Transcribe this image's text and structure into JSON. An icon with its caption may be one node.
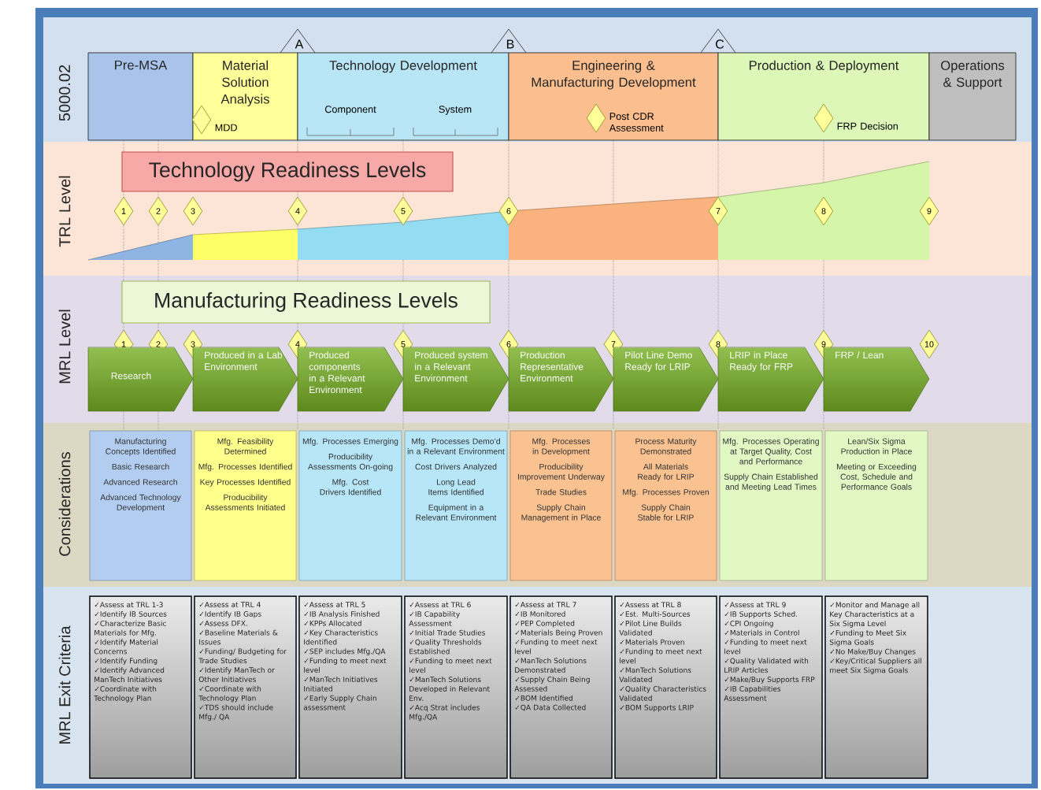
{
  "diagram": {
    "nodes": [
      {
        "text": [
          "A"
        ]
      },
      {
        "text": [
          "B"
        ]
      },
      {
        "text": [
          "C"
        ]
      },
      {
        "text": [
          "Pre-MSA"
        ]
      },
      {
        "text": [
          "Material Solution Analysis"
        ]
      },
      {
        "text": [],
        "shape": "diamond",
        "in": 4,
        "beside": [
          "MDD"
        ]
      },
      {
        "text": [
          "Technology Development",
          "Component",
          "System"
        ]
      },
      {
        "text": [
          "Engineering & Manufacturing Development"
        ]
      },
      {
        "text": [],
        "shape": "diamond",
        "in": 7,
        "beside": [
          "Post CDR Assessment"
        ]
      },
      {
        "text": [
          "Production & Deployment"
        ]
      },
      {
        "text": [],
        "shape": "diamond",
        "in": 9,
        "beside": [
          "FRP Decision"
        ]
      },
      {
        "text": [
          "Operations & Support"
        ]
      },
      {
        "text": [
          "Technology Readiness Levels"
        ]
      },
      {
        "text": [
          "1"
        ]
      },
      {
        "text": [
          "2"
        ]
      },
      {
        "text": [
          "3"
        ]
      },
      {
        "text": [
          "4"
        ]
      },
      {
        "text": [
          "5"
        ]
      },
      {
        "text": [
          "6"
        ]
      },
      {
        "text": [
          "7"
        ]
      },
      {
        "text": [
          "8"
        ]
      },
      {
        "text": [
          "9"
        ]
      },
      {
        "text": [
          "Manufacturing Readiness Levels"
        ]
      },
      {
        "text": [
          "1"
        ]
      },
      {
        "text": [
          "2"
        ]
      },
      {
        "text": [
          "3"
        ]
      },
      {
        "text": [
          "4"
        ]
      },
      {
        "text": [
          "5"
        ]
      },
      {
        "text": [
          "6"
        ]
      },
      {
        "text": [
          "7"
        ]
      },
      {
        "text": [
          "8"
        ]
      },
      {
        "text": [
          "9"
        ]
      },
      {
        "text": [
          "10"
        ]
      },
      {
        "text": [
          "Research"
        ]
      },
      {
        "text": [
          "Produced in a Lab Environment"
        ]
      },
      {
        "text": [
          "Produced components in a Relevant Environment"
        ]
      },
      {
        "text": [
          "Produced system in a Relevant Environment"
        ]
      },
      {
        "text": [
          "Production Representative Environment"
        ]
      },
      {
        "text": [
          "Pilot Line Demo Ready for LRIP"
        ]
      },
      {
        "text": [
          "LRIP in Place Ready for FRP"
        ]
      },
      {
        "text": [
          "FRP / Lean"
        ]
      },
      {
        "text": [
          "Manufacturing Concepts Identified",
          "Basic Research",
          "Advanced Research",
          "Advanced Technology Development"
        ]
      },
      {
        "text": [
          "Mfg. Feasibility Determined",
          "Mfg. Processes Identified",
          "Key Processes Identified",
          "Producibility Assessments Initiated"
        ]
      },
      {
        "text": [
          "Mfg. Processes Emerging",
          "Producibility Assessments On-going",
          "Mfg. Cost Drivers Identified"
        ]
      },
      {
        "text": [
          "Mfg. Processes Demo’d in a Relevant Environment",
          "Cost Drivers Analyzed",
          "Long Lead Items Identified",
          "Equipment in a Relevant Environment"
        ]
      },
      {
        "text": [
          "Mfg. Processes in Development",
          "Producibility Improvement Underway",
          "Trade Studies",
          "Supply Chain Management in Place"
        ]
      },
      {
        "text": [
          "Process Maturity Demonstrated",
          "All Materials Ready for LRIP",
          "Mfg. Processes Proven",
          "Supply Chain Stable for LRIP"
        ]
      },
      {
        "text": [
          "Mfg. Processes Operating at Target Quality, Cost and Performance",
          "Supply Chain Established and Meeting Lead Times"
        ]
      },
      {
        "text": [
          "Lean/Six Sigma Production in Place",
          "Meeting or Exceeding Cost, Schedule and Performance Goals"
        ]
      },
      {
        "text": [
          "✓Assess at TRL 1-3",
          "✓Identify IB Sources",
          "✓Characterize Basic Materials for Mfg.",
          "✓Identify Material Concerns",
          "✓Identify Funding",
          "✓Identify Advanced ManTech Initiatives",
          "✓Coordinate with Technology Plan"
        ]
      },
      {
        "text": [
          "✓Assess at TRL 4",
          "✓Identify IB Gaps",
          "✓Assess DFX.",
          "✓Baseline Materials & Issues",
          "✓Funding/ Budgeting for Trade Studies",
          "✓Identify ManTech or Other Initiatives",
          "✓Coordinate with Technology Plan",
          "✓TDS should include Mfg./ QA"
        ]
      },
      {
        "text": [
          "✓Assess at TRL 5",
          "✓IB Analysis Finished",
          "✓KPPs Allocated",
          "✓Key Characteristics Identified",
          "✓SEP includes Mfg./QA",
          "✓Funding to meet next level",
          "✓ManTech Initiatives Initiated",
          "✓Early Supply Chain assessment"
        ]
      },
      {
        "text": [
          "✓Assess at TRL 6",
          "✓IB Capability Assessment",
          "✓Initial Trade Studies",
          "✓Quality Thresholds Established",
          "✓Funding to meet next level",
          "✓ManTech Solutions Developed in Relevant Env.",
          "✓Acq Strat includes Mfg./QA"
        ]
      },
      {
        "text": [
          "✓Assess at TRL 7",
          "✓IB Monitored",
          "✓PEP Completed",
          "✓Materials Being Proven",
          "✓Funding to meet next level",
          "✓ManTech Solutions Demonstrated",
          "✓Supply Chain Being Assessed",
          "✓BOM Identified",
          "✓QA Data Collected"
        ]
      },
      {
        "text": [
          "✓Assess at TRL 8",
          "✓Est. Multi-Sources",
          "✓Pilot Line Builds Validated",
          "✓Materials Proven",
          "✓Funding to meet next level",
          "✓ManTech Solutions Validated",
          "✓Quality Characteristics Validated",
          "✓BOM Supports LRIP"
        ]
      },
      {
        "text": [
          "✓Assess at TRL 9",
          "✓IB Supports Sched.",
          "✓CPI Ongoing",
          "✓Materials in Control",
          "✓Funding to meet next level",
          "✓Quality Validated with LRIP Articles",
          "✓Make/Buy Supports FRP",
          "✓IB Capabilities Assessment"
        ]
      },
      {
        "text": [
          "✓Monitor and Manage all Key Characteristics at a Six Sigma Level",
          "✓Funding to Meet Six Sigma Goals",
          "✓No Make/Buy Changes",
          "✓Key/Critical Suppliers all meet Six Sigma Goals"
        ]
      }
    ],
    "labels": [
      "5000.02",
      "TRL Level",
      "MRL Level",
      "Considerations",
      "MRL Exit Criteria"
    ]
  }
}
